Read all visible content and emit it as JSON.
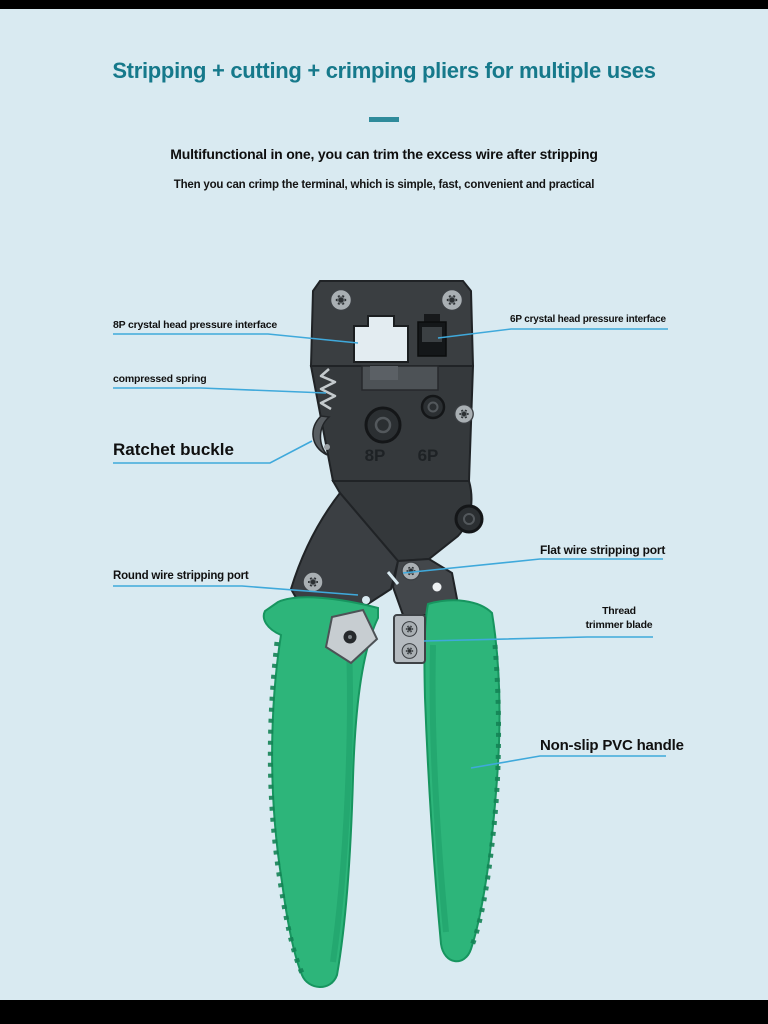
{
  "header": {
    "title": "Stripping + cutting + crimping pliers for multiple uses",
    "subtitle": "Multifunctional in one, you can trim the excess wire after stripping",
    "tagline": "Then you can crimp the terminal, which is simple, fast, convenient and practical"
  },
  "tool": {
    "marking_8p": "8P",
    "marking_6p": "6P"
  },
  "callouts": {
    "crystal_8p": "8P crystal head pressure interface",
    "crystal_6p": "6P crystal head pressure interface",
    "spring": "compressed spring",
    "ratchet": "Ratchet buckle",
    "flat_port": "Flat wire stripping port",
    "round_port": "Round wire stripping port",
    "trimmer": "Thread trimmer blade",
    "handle": "Non-slip PVC handle"
  },
  "colors": {
    "background": "#d9eaf1",
    "accent_teal": "#16798b",
    "callout_line_blue": "#3fa9db",
    "handle_green": "#2db57a",
    "metal_dark": "#35393c"
  }
}
